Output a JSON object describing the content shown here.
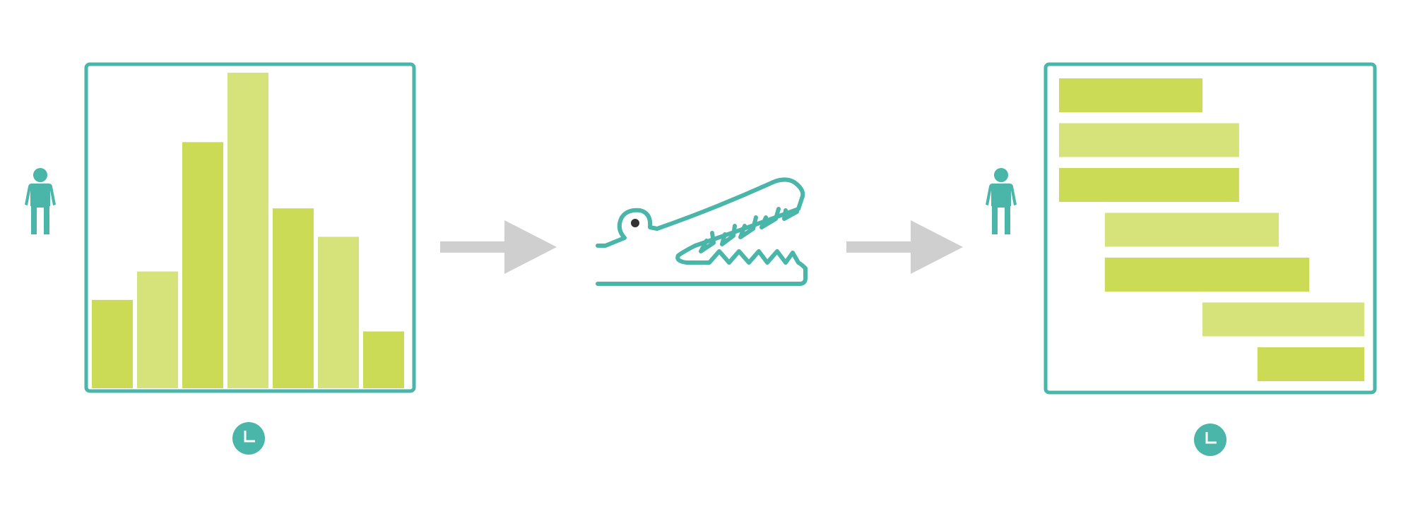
{
  "colors": {
    "teal": "#4ab5a9",
    "lime": "#cbdb55",
    "lime_light": "#d6e37a",
    "arrow_gray": "#cfcfcf",
    "eye": "#333333",
    "background": "#ffffff"
  },
  "icons": {
    "left_person": "person-icon",
    "right_person": "person-icon",
    "left_clock": "clock-icon",
    "right_clock": "clock-icon",
    "middle": "crocodile-icon",
    "arrows": "arrow-right-icon"
  },
  "left_panel": {
    "kind": "vertical-bars",
    "bar_values": [
      0.28,
      0.37,
      0.78,
      1.0,
      0.57,
      0.48,
      0.18
    ],
    "bar_shades": [
      "lime",
      "lime_light",
      "lime",
      "lime_light",
      "lime",
      "lime_light",
      "lime"
    ]
  },
  "right_panel": {
    "kind": "horizontal-bars",
    "bars": [
      {
        "start": 0.0,
        "end": 0.47,
        "shade": "lime"
      },
      {
        "start": 0.0,
        "end": 0.59,
        "shade": "lime_light"
      },
      {
        "start": 0.0,
        "end": 0.59,
        "shade": "lime"
      },
      {
        "start": 0.15,
        "end": 0.72,
        "shade": "lime_light"
      },
      {
        "start": 0.15,
        "end": 0.82,
        "shade": "lime"
      },
      {
        "start": 0.47,
        "end": 1.0,
        "shade": "lime_light"
      },
      {
        "start": 0.65,
        "end": 1.0,
        "shade": "lime"
      }
    ]
  }
}
